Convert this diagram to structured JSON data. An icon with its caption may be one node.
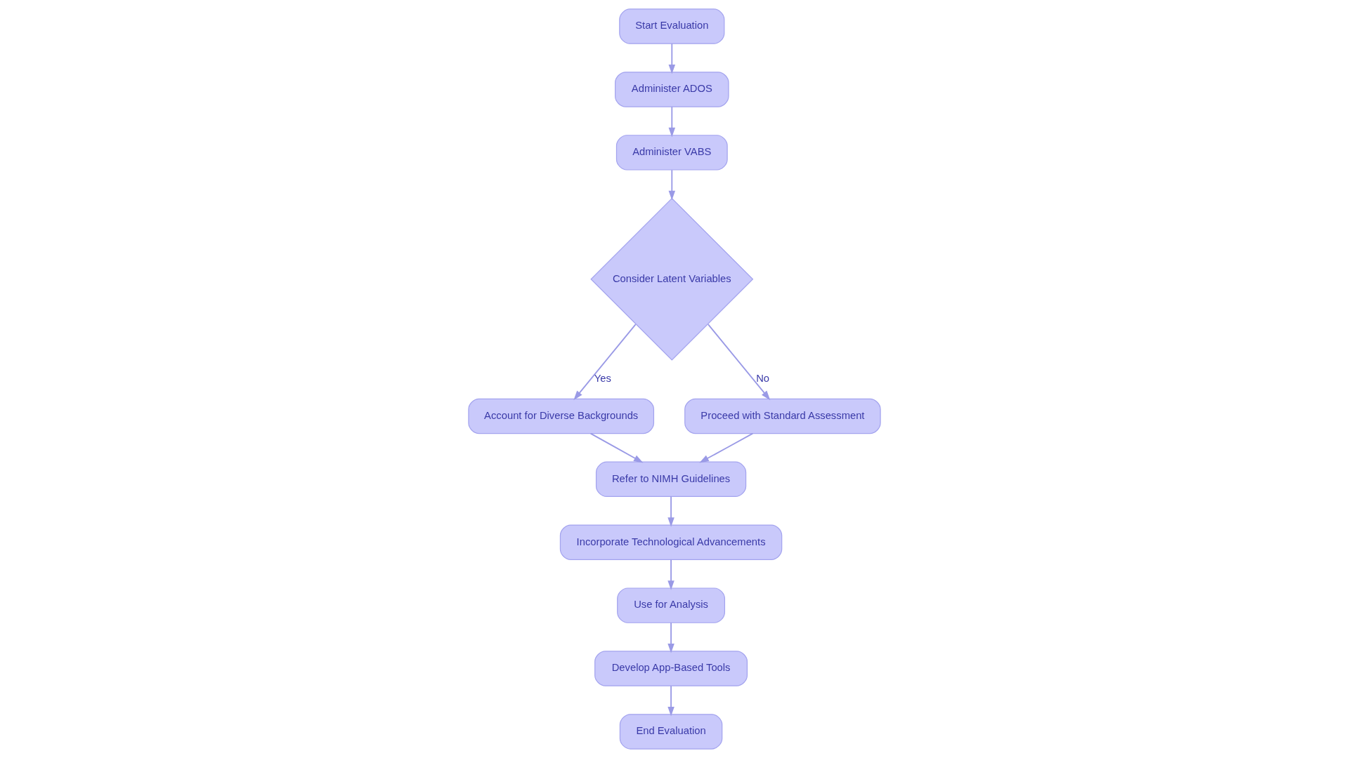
{
  "diagram": {
    "nodes": [
      {
        "text": [
          "Start Evaluation"
        ]
      },
      {
        "text": [
          "Administer ADOS"
        ]
      },
      {
        "text": [
          "Administer VABS"
        ]
      },
      {
        "text": [
          "Consider Latent Variables"
        ]
      },
      {
        "text": [
          "Account for Diverse Backgrounds"
        ]
      },
      {
        "text": [
          "Proceed with Standard Assessment"
        ]
      },
      {
        "text": [
          "Refer to NIMH Guidelines"
        ]
      },
      {
        "text": [
          "Incorporate Technological Advancements"
        ]
      },
      {
        "text": [
          "Use for Analysis"
        ]
      },
      {
        "text": [
          "Develop App-Based Tools"
        ]
      },
      {
        "text": [
          "End Evaluation"
        ]
      }
    ],
    "edges": [
      {
        "from": 0,
        "to": 1,
        "arrow": "to"
      },
      {
        "from": 1,
        "to": 2,
        "arrow": "to"
      },
      {
        "from": 2,
        "to": 3,
        "arrow": "to"
      },
      {
        "from": 3,
        "to": 4,
        "arrow": "to",
        "label": "Yes"
      },
      {
        "from": 3,
        "to": 5,
        "arrow": "to",
        "label": "No"
      },
      {
        "from": 4,
        "to": 6,
        "arrow": "to"
      },
      {
        "from": 5,
        "to": 6,
        "arrow": "to"
      },
      {
        "from": 6,
        "to": 7,
        "arrow": "to"
      },
      {
        "from": 7,
        "to": 8,
        "arrow": "to"
      },
      {
        "from": 8,
        "to": 9,
        "arrow": "to"
      },
      {
        "from": 9,
        "to": 10,
        "arrow": "to"
      }
    ]
  }
}
